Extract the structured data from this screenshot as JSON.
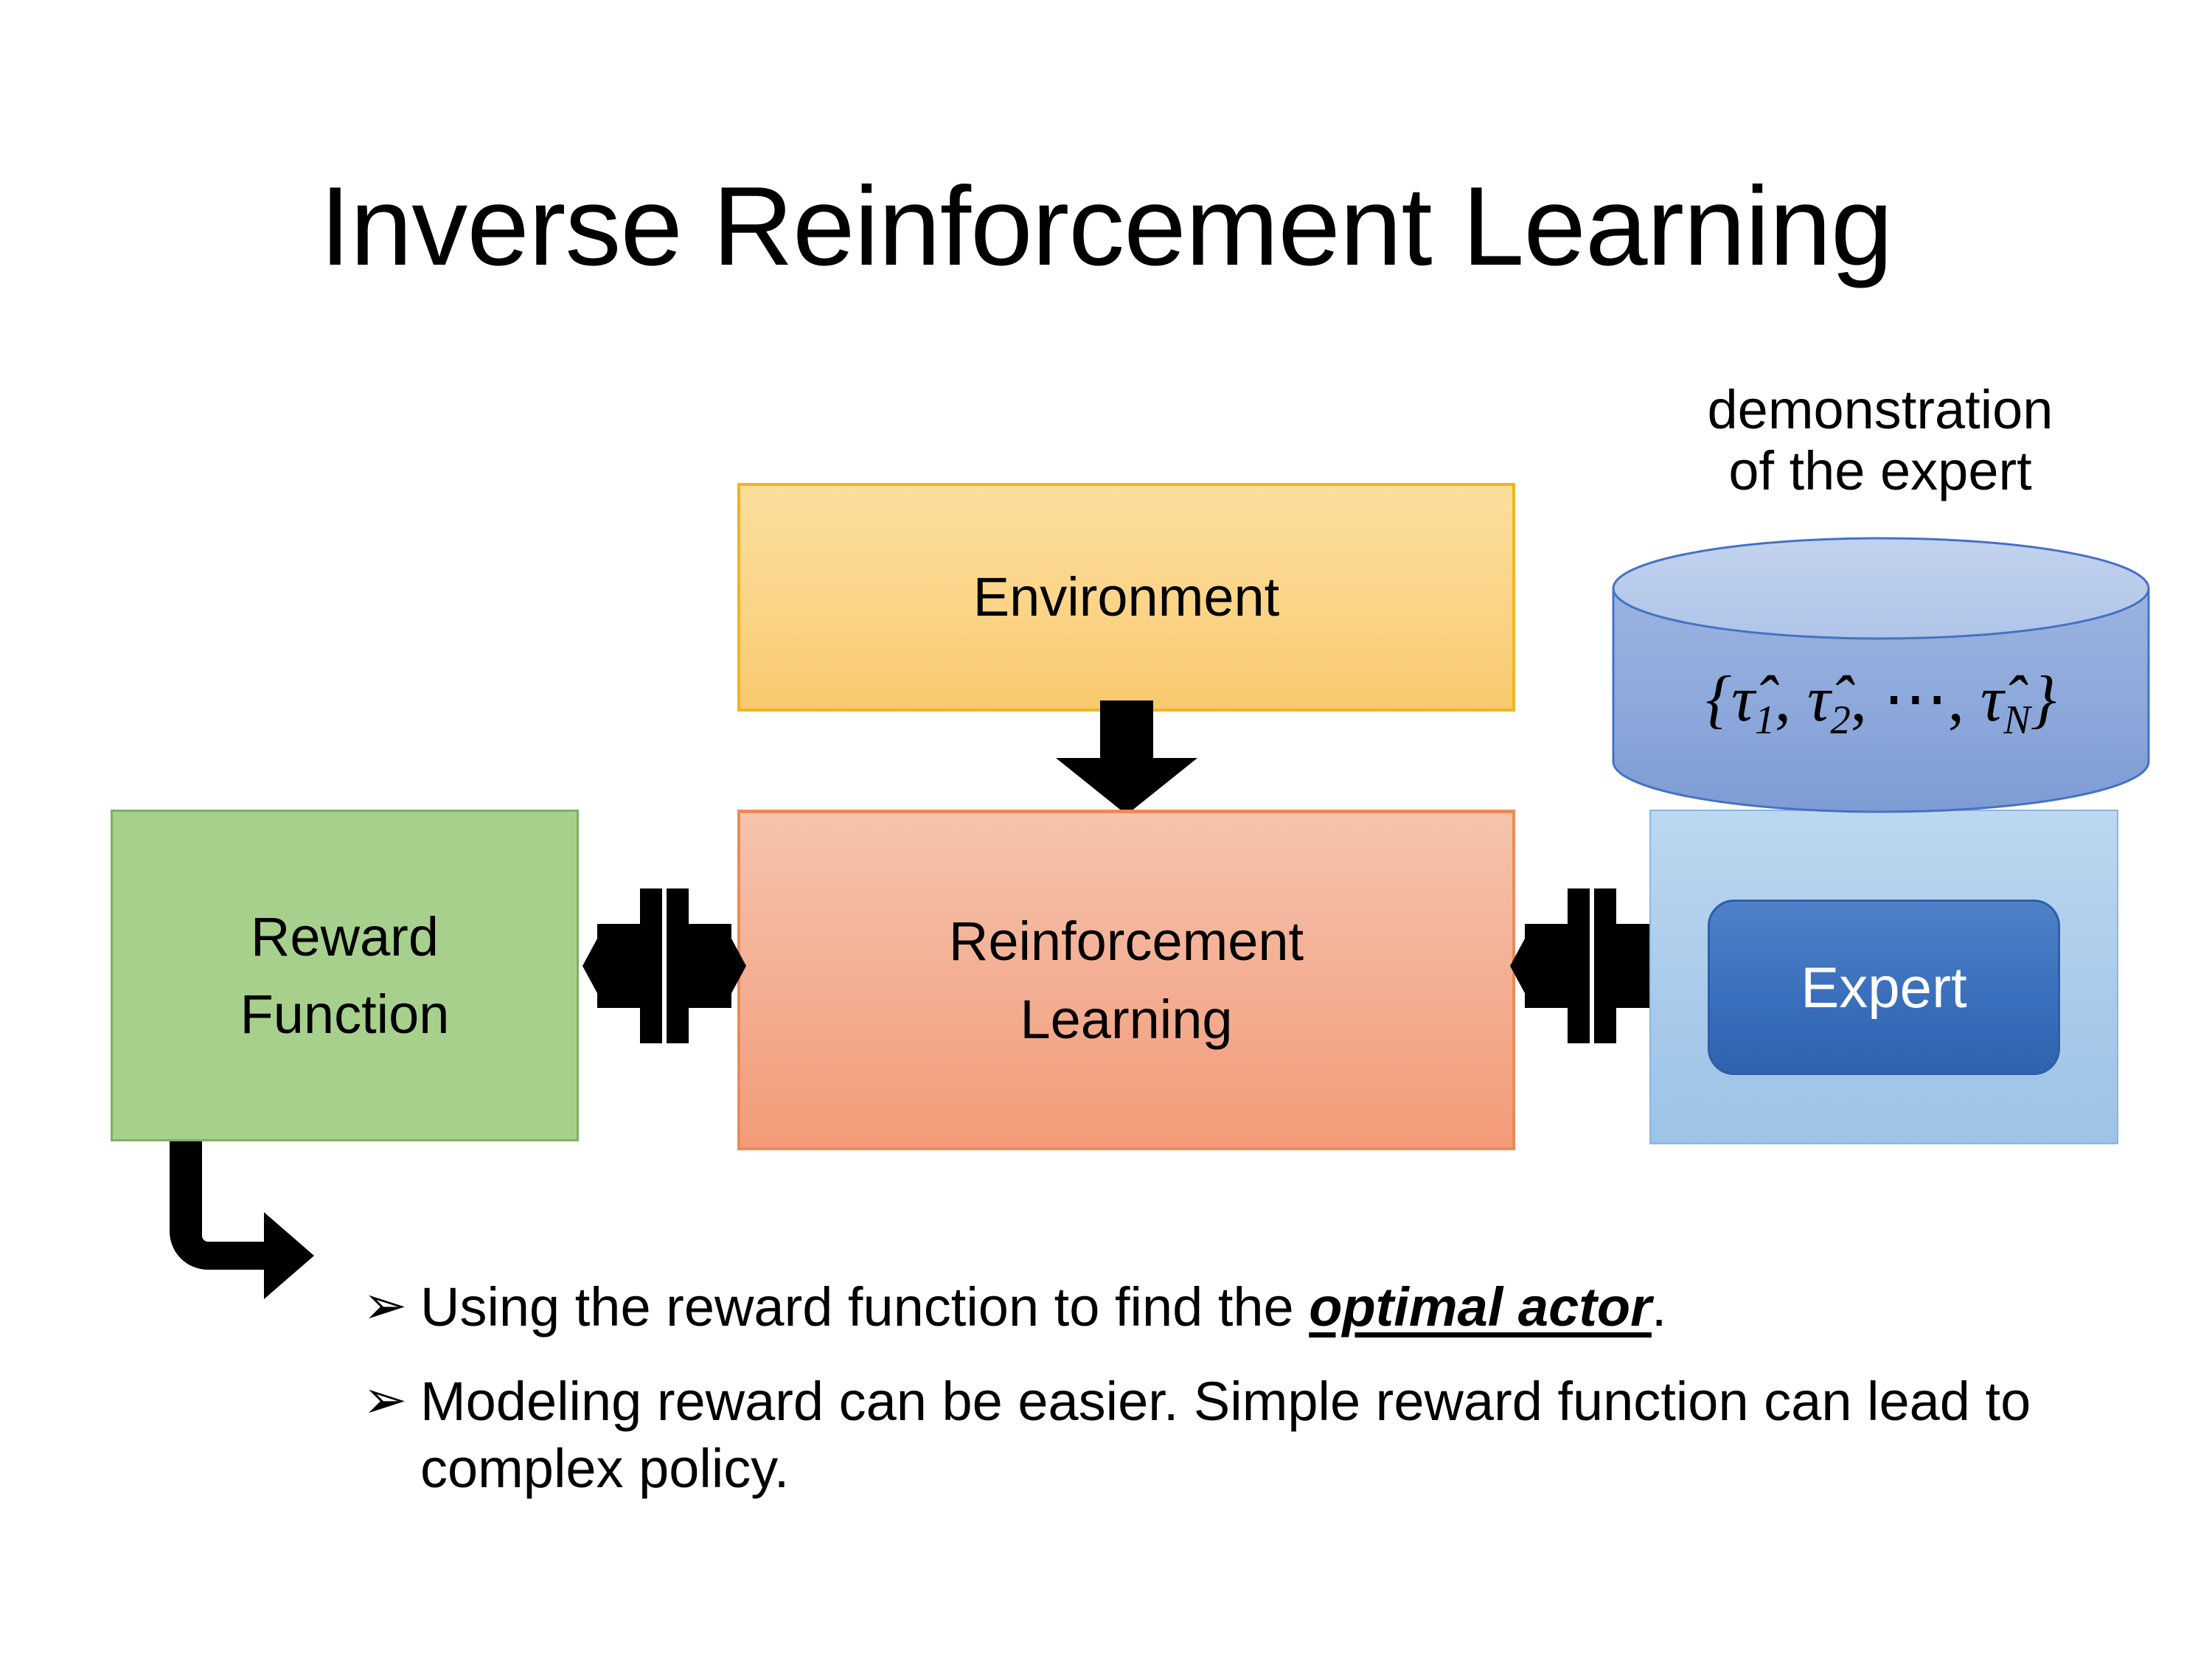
{
  "slide": {
    "title": "Inverse Reinforcement Learning"
  },
  "diagram": {
    "environment": {
      "label": "Environment",
      "fill": "#FBD487",
      "border": "#F2B420"
    },
    "reinforcement_learning": {
      "label_line1": "Reinforcement",
      "label_line2": "Learning",
      "fill": "#F4B196",
      "border": "#EE8A57"
    },
    "reward_function": {
      "label_line1": "Reward",
      "label_line2": "Function",
      "fill": "#A8D08D",
      "border": "#7FAF63"
    },
    "demonstration": {
      "caption_line1": "demonstration",
      "caption_line2": "of the expert",
      "formula_open": "{",
      "formula_tau1": "τ̂",
      "formula_sub1": "1",
      "formula_comma1": ", ",
      "formula_tau2": "τ̂",
      "formula_sub2": "2",
      "formula_comma2": ", ",
      "formula_dots": "⋯",
      "formula_comma3": ", ",
      "formula_tauN": "τ̂",
      "formula_subN": "N",
      "formula_close": "}",
      "cylinder_fill": "#8FAADC",
      "cylinder_top_fill": "#B4C7E7",
      "cylinder_stroke": "#4472C4"
    },
    "expert_panel": {
      "fill": "#9DC3E6",
      "border": "#8CB6DE"
    },
    "expert": {
      "label": "Expert",
      "fill": "#3A6FBD",
      "border": "#2C5FA8",
      "text_color": "#FFFFFF"
    },
    "connectors": [
      {
        "name": "environment-to-rl",
        "kind": "down-arrow",
        "color": "#000000"
      },
      {
        "name": "reward-rl-bidirectional",
        "kind": "quad-arrow",
        "color": "#000000"
      },
      {
        "name": "rl-expert-bidirectional",
        "kind": "quad-arrow",
        "color": "#000000"
      },
      {
        "name": "reward-to-bullet",
        "kind": "bent-arrow",
        "color": "#000000"
      }
    ]
  },
  "bullets": {
    "marker": "➢",
    "items": [
      {
        "prefix": "Using the reward function to find the ",
        "emphasis": "optimal actor",
        "suffix": "."
      },
      {
        "prefix": "Modeling reward can be easier. Simple reward function can lead to complex policy.",
        "emphasis": "",
        "suffix": ""
      }
    ]
  }
}
